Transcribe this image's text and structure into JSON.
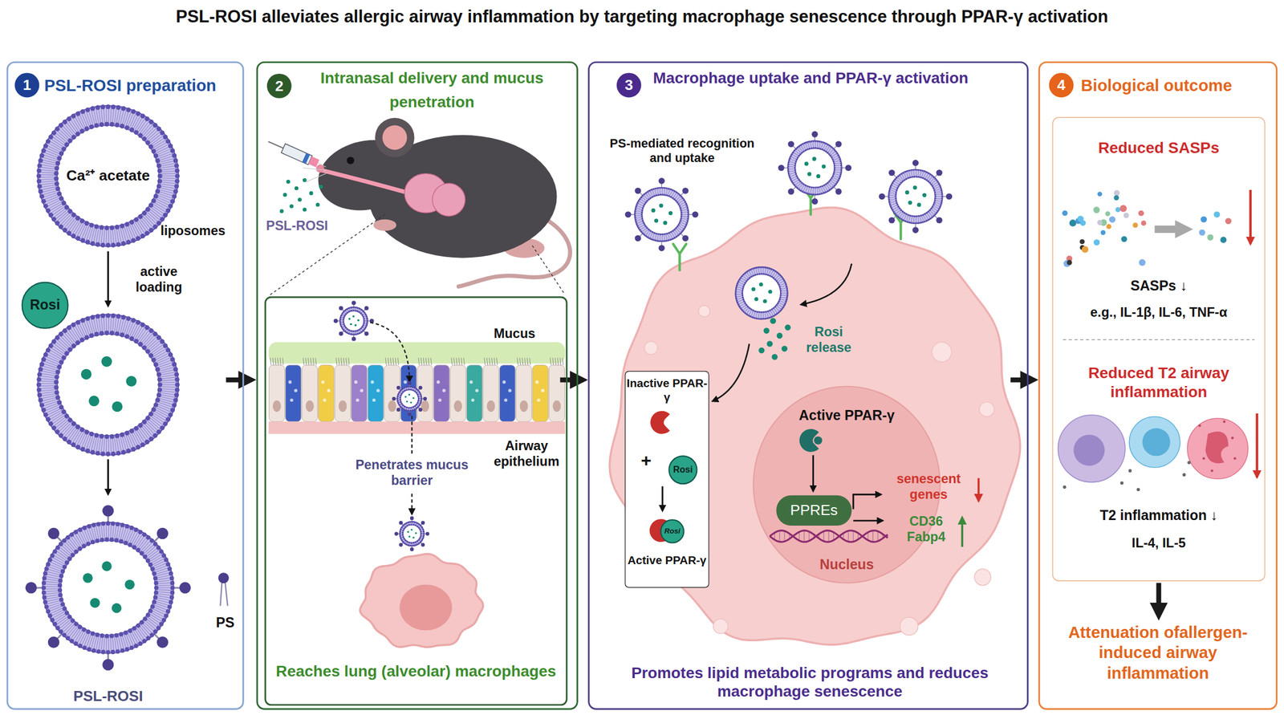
{
  "diagram": {
    "title": "PSL-ROSI alleviates allergic airway inflammation by targeting macrophage senescence through PPAR-γ activation",
    "nodes": [
      {
        "text": [
          "PSL-ROSI preparation"
        ]
      },
      {
        "text": [
          "Ca²⁺ acetate"
        ],
        "in": 0
      },
      {
        "text": [
          "Rosi"
        ],
        "in": 0
      },
      {
        "text": [
          "PSL-ROSI"
        ],
        "in": 0
      },
      {
        "text": [
          "Intranasal delivery and mucus penetration"
        ]
      },
      {
        "text": [
          "Reaches lung (alveolar) macrophages"
        ],
        "in": 4
      },
      {
        "text": [
          "Macrophage uptake and PPAR-γ activation",
          "Promotes lipid metabolic programs and reduces macrophage senescence"
        ]
      },
      {
        "text": [
          "Inactive PPAR-γ",
          "+",
          "Active PPAR-γ"
        ],
        "in": 6
      },
      {
        "text": [
          "Rosi"
        ],
        "in": 7
      },
      {
        "text": [
          "Rosi"
        ],
        "in": 7
      },
      {
        "text": [
          "Active PPAR-γ",
          "Nucleus"
        ],
        "in": 6
      },
      {
        "text": [
          "PPREs"
        ],
        "in": 10
      },
      {
        "text": [
          "Biological outcome"
        ]
      },
      {
        "text": [
          "Reduced SASPs",
          "SASPs ↓",
          "e.g., IL-1β, IL-6, TNF-α",
          "Reduced T2 airway inflammation",
          "T2 inflammation ↓",
          "IL-4, IL-5"
        ],
        "in": 12
      },
      {
        "text": [
          "Attenuation ofallergen-induced airway inflammation"
        ],
        "in": 12
      }
    ],
    "edges": [
      {
        "from": 0,
        "to": 4,
        "arrow": "to"
      },
      {
        "from": 4,
        "to": 6,
        "arrow": "to"
      },
      {
        "from": 6,
        "to": 12,
        "arrow": "to"
      },
      {
        "from": 13,
        "to": 14,
        "arrow": "to"
      }
    ],
    "labels": [
      "1",
      "liposomes",
      "active loading",
      "PS",
      "2",
      "PSL-ROSI",
      "Mucus",
      "Penetrates mucus barrier",
      "Airway epithelium",
      "3",
      "PS-mediated recognition and uptake",
      "Rosi release",
      "senescent genes",
      "CD36 Fabp4",
      "4"
    ]
  }
}
